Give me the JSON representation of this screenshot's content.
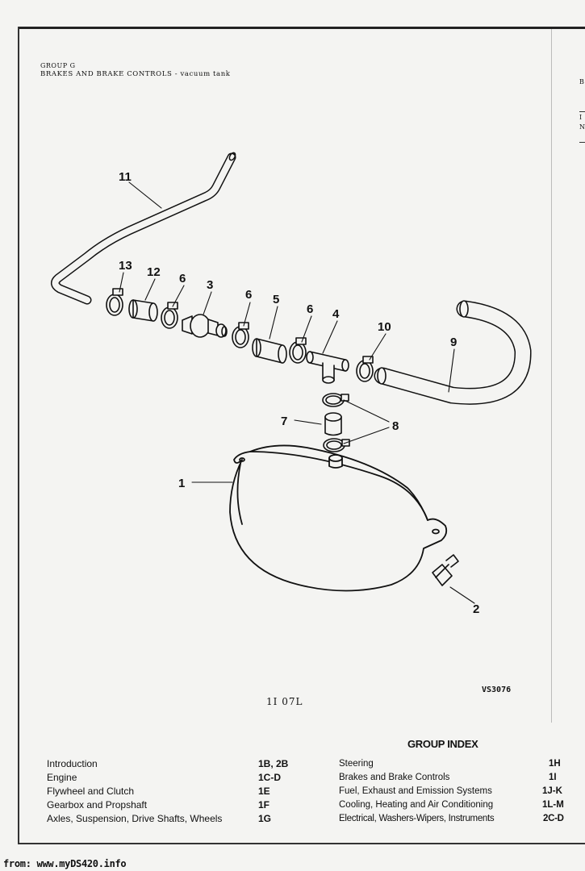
{
  "header": {
    "group_label": "GROUP G",
    "group_title": "BRAKES AND BRAKE CONTROLS - vacuum tank"
  },
  "right_edge": {
    "line1": "B",
    "line2": "I",
    "line3": "N"
  },
  "callouts": {
    "c1": "1",
    "c2": "2",
    "c3": "3",
    "c4": "4",
    "c5": "5",
    "c6a": "6",
    "c6b": "6",
    "c6c": "6",
    "c7": "7",
    "c8": "8",
    "c9": "9",
    "c10": "10",
    "c11": "11",
    "c12": "12",
    "c13": "13"
  },
  "page_number": "1I 07L",
  "reference_code": "VS3076",
  "group_index": {
    "title": "GROUP INDEX",
    "left": [
      {
        "label": "Introduction",
        "code": "1B, 2B"
      },
      {
        "label": "Engine",
        "code": "1C-D"
      },
      {
        "label": "Flywheel and Clutch",
        "code": "1E"
      },
      {
        "label": "Gearbox and Propshaft",
        "code": "1F"
      },
      {
        "label": "Axles, Suspension, Drive Shafts, Wheels",
        "code": "1G"
      }
    ],
    "right": [
      {
        "label": "Steering",
        "code": "1H"
      },
      {
        "label": "Brakes and Brake Controls",
        "code": "1I"
      },
      {
        "label": "Fuel, Exhaust and Emission Systems",
        "code": "1J-K"
      },
      {
        "label": "Cooling, Heating and Air Conditioning",
        "code": "1L-M"
      },
      {
        "label": "Electrical, Washers-Wipers, Instruments",
        "code": "2C-D"
      }
    ]
  },
  "footer": {
    "source": "from: www.myDS420.info"
  }
}
